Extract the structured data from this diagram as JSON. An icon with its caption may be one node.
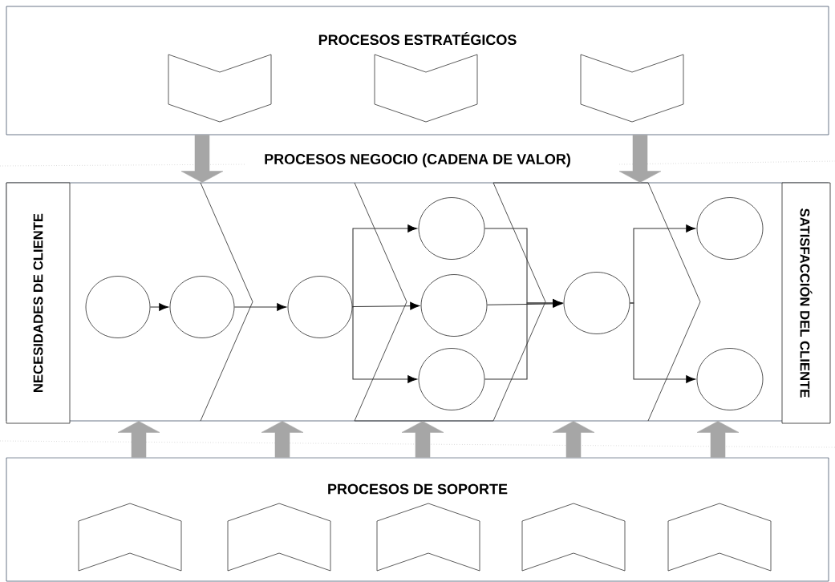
{
  "diagram": {
    "nodes": [
      {
        "text": [
          "PROCESOS ESTRATÉGICOS"
        ]
      },
      {
        "text": [],
        "shape": "chevron",
        "in": 0
      },
      {
        "text": [],
        "shape": "chevron",
        "in": 0
      },
      {
        "text": [],
        "shape": "chevron",
        "in": 0
      },
      {
        "text": [
          "PROCESOS NEGOCIO (CADENA DE VALOR)"
        ]
      },
      {
        "text": [
          "NECESIDADES DE CLIENTE"
        ],
        "in": 4
      },
      {
        "text": [
          "SATISFACCIÓN DEL CLIENTE"
        ],
        "in": 4
      },
      {
        "text": [],
        "shape": "circle",
        "in": 4
      },
      {
        "text": [],
        "shape": "circle",
        "in": 4
      },
      {
        "text": [],
        "shape": "circle",
        "in": 4
      },
      {
        "text": [],
        "shape": "circle",
        "in": 4
      },
      {
        "text": [],
        "shape": "circle",
        "in": 4
      },
      {
        "text": [],
        "shape": "circle",
        "in": 4
      },
      {
        "text": [],
        "shape": "circle",
        "in": 4
      },
      {
        "text": [],
        "shape": "circle",
        "in": 4
      },
      {
        "text": [],
        "shape": "circle",
        "in": 4
      },
      {
        "text": [
          "PROCESOS DE SOPORTE"
        ]
      },
      {
        "text": [],
        "shape": "chevron",
        "in": 16
      },
      {
        "text": [],
        "shape": "chevron",
        "in": 16
      },
      {
        "text": [],
        "shape": "chevron",
        "in": 16
      },
      {
        "text": [],
        "shape": "chevron",
        "in": 16
      },
      {
        "text": [],
        "shape": "chevron",
        "in": 16
      }
    ],
    "edges": [
      {
        "from": 7,
        "to": 8,
        "arrow": "to"
      },
      {
        "from": 8,
        "to": 9,
        "arrow": "to"
      },
      {
        "from": 9,
        "to": 10,
        "arrow": "to"
      },
      {
        "from": 9,
        "to": 11,
        "arrow": "to"
      },
      {
        "from": 9,
        "to": 12,
        "arrow": "to"
      },
      {
        "from": 10,
        "to": 13,
        "arrow": "to"
      },
      {
        "from": 11,
        "to": 13,
        "arrow": "to"
      },
      {
        "from": 12,
        "to": 13,
        "arrow": "to"
      },
      {
        "from": 13,
        "to": 14,
        "arrow": "to"
      },
      {
        "from": 13,
        "to": 15,
        "arrow": "to"
      },
      {
        "from": 0,
        "to": 4,
        "arrow": "to",
        "style": "thick",
        "color": "#a6a6a6"
      },
      {
        "from": 0,
        "to": 4,
        "arrow": "to",
        "style": "thick",
        "color": "#a6a6a6"
      },
      {
        "from": 16,
        "to": 4,
        "arrow": "to",
        "style": "thick",
        "color": "#a6a6a6"
      },
      {
        "from": 16,
        "to": 4,
        "arrow": "to",
        "style": "thick",
        "color": "#a6a6a6"
      },
      {
        "from": 16,
        "to": 4,
        "arrow": "to",
        "style": "thick",
        "color": "#a6a6a6"
      },
      {
        "from": 16,
        "to": 4,
        "arrow": "to",
        "style": "thick",
        "color": "#a6a6a6"
      },
      {
        "from": 16,
        "to": 4,
        "arrow": "to",
        "style": "thick",
        "color": "#a6a6a6"
      }
    ]
  }
}
